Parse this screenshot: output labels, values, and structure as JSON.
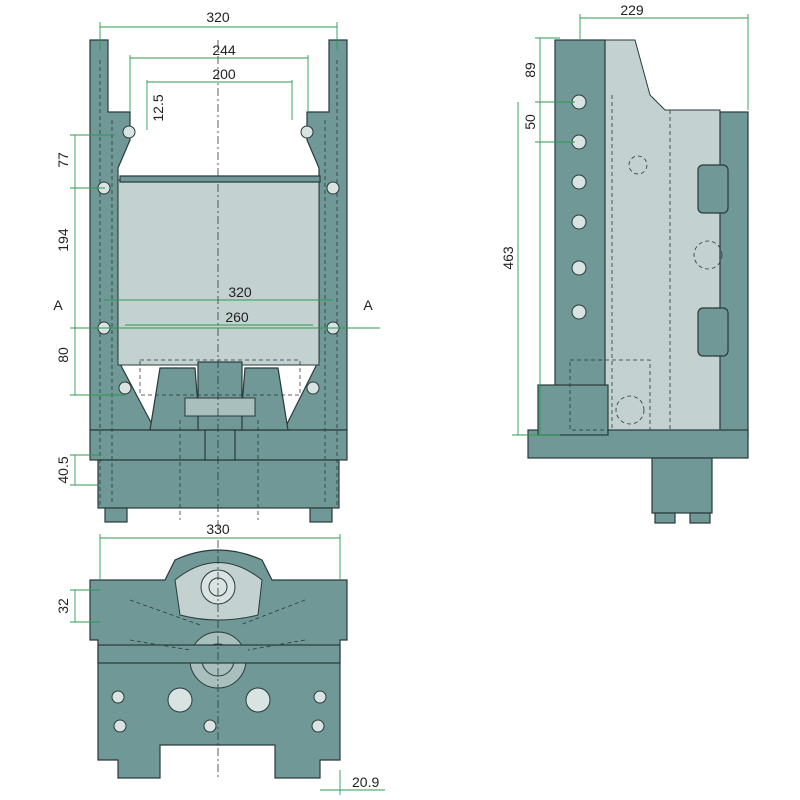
{
  "front_view": {
    "dimensions": [
      "320",
      "244",
      "200",
      "12.5",
      "77",
      "194",
      "320",
      "260",
      "80",
      "40.5"
    ],
    "section_marks": [
      "A",
      "A"
    ]
  },
  "side_view": {
    "dimensions": [
      "229",
      "89",
      "50",
      "463"
    ]
  },
  "bottom_view": {
    "dimensions": [
      "330",
      "32",
      "20.9"
    ]
  },
  "colors": {
    "body": "#6f9897",
    "interior": "#c3d1d0",
    "dimension_line": "#2e9a52"
  }
}
